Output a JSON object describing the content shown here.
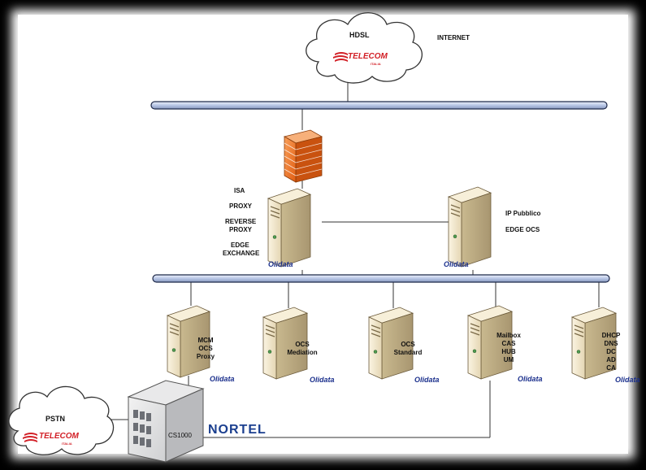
{
  "clouds": {
    "hdsl": {
      "title": "HDSL",
      "brand": "TELECOM",
      "sub": "ITALIA"
    },
    "pstn": {
      "title": "PSTN",
      "brand": "TELECOM",
      "sub": "ITALIA"
    }
  },
  "internet_label": "INTERNET",
  "servers": {
    "isa": {
      "lines": [
        "ISA",
        "PROXY",
        "REVERSE",
        "PROXY",
        "EDGE",
        "EXCHANGE"
      ],
      "brand": "Olidata"
    },
    "edge": {
      "lines": [
        "IP Pubblico",
        "EDGE OCS"
      ],
      "brand": "Olidata"
    },
    "mcm": {
      "lines": [
        "MCM",
        "OCS",
        "Proxy"
      ],
      "brand": "Olidata"
    },
    "mediation": {
      "lines": [
        "OCS",
        "Mediation"
      ],
      "brand": "Olidata"
    },
    "standard": {
      "lines": [
        "OCS",
        "Standard"
      ],
      "brand": "Olidata"
    },
    "mailbox": {
      "lines": [
        "Mailbox",
        "CAS",
        "HUB",
        "UM"
      ],
      "brand": "Olidata"
    },
    "dhcp": {
      "lines": [
        "DHCP",
        "DNS",
        "DC",
        "AD",
        "CA"
      ],
      "brand": "Olidata"
    }
  },
  "pbx": {
    "label": "CS1000",
    "brand": "NORTEL"
  },
  "colors": {
    "bus_fill": "#c7d3ef",
    "bus_stroke": "#1f2a4a",
    "firewall": "#f47b20",
    "server_body": "#efe4c9",
    "olidata_blue": "#1a2f8c",
    "telecom_red": "#d21f26",
    "nortel_blue": "#1b3f8f"
  }
}
